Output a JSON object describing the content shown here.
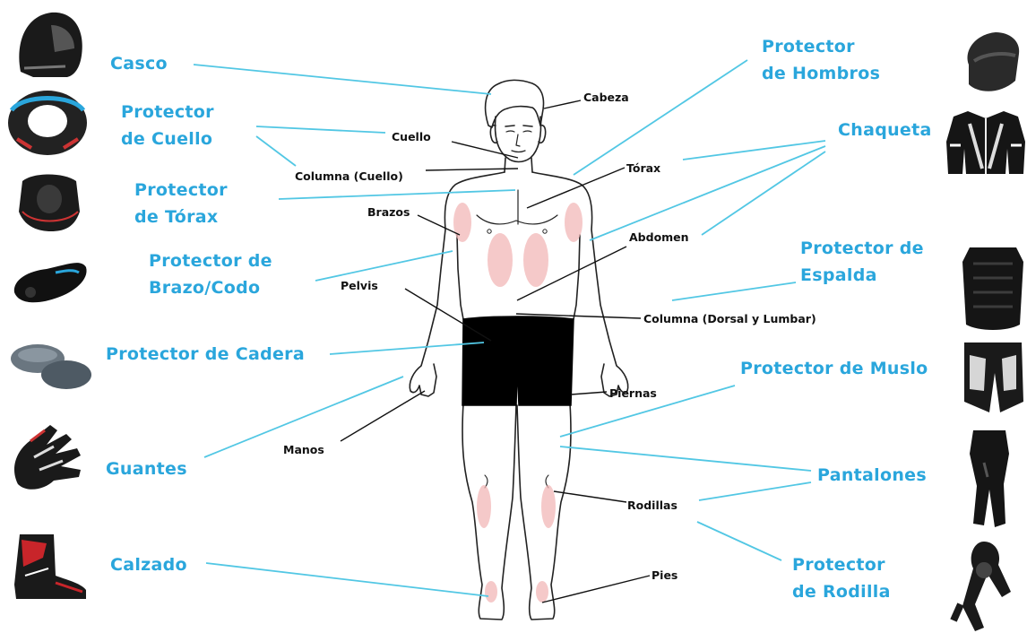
{
  "colors": {
    "gear_label": "#2aa6dc",
    "gear_line": "#52c7e4",
    "part_line": "#111111",
    "skin_shade": "#f2b8b8",
    "shorts": "#000000"
  },
  "gear_labels": {
    "casco": "Casco",
    "cuello_1": "Protector",
    "cuello_2": "de Cuello",
    "torax_1": "Protector",
    "torax_2": "de Tórax",
    "brazo_1": "Protector de",
    "brazo_2": "Brazo/Codo",
    "cadera": "Protector de Cadera",
    "guantes": "Guantes",
    "calzado": "Calzado",
    "hombros_1": "Protector",
    "hombros_2": "de Hombros",
    "chaqueta": "Chaqueta",
    "espalda_1": "Protector de",
    "espalda_2": "Espalda",
    "muslo": "Protector de Muslo",
    "pantalones": "Pantalones",
    "rodilla_1": "Protector",
    "rodilla_2": "de Rodilla"
  },
  "body_parts": {
    "cabeza": "Cabeza",
    "cuello": "Cuello",
    "columna_cuello": "Columna (Cuello)",
    "torax": "Tórax",
    "brazos": "Brazos",
    "abdomen": "Abdomen",
    "pelvis": "Pelvis",
    "columna_dorsal": "Columna (Dorsal y Lumbar)",
    "piernas": "Piernas",
    "manos": "Manos",
    "rodillas": "Rodillas",
    "pies": "Pies"
  },
  "thumbnails": [
    "helmet-icon",
    "neck-brace-icon",
    "chest-protector-icon",
    "elbow-guard-icon",
    "hip-pad-icon",
    "glove-icon",
    "boot-icon",
    "shoulder-pad-icon",
    "jacket-icon",
    "back-protector-icon",
    "thigh-shorts-icon",
    "pants-icon",
    "knee-brace-icon"
  ]
}
